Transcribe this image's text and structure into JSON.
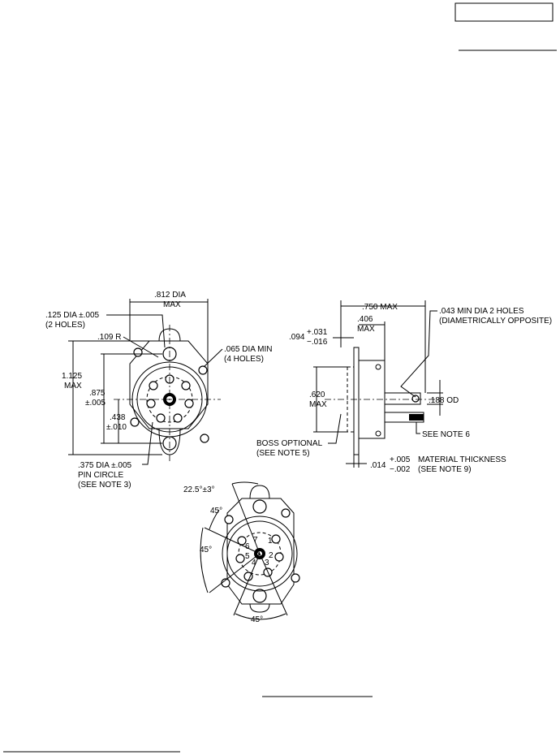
{
  "front_view": {
    "dim_812": ".812 DIA",
    "dim_812_max": "MAX",
    "dim_125_dia": ".125 DIA ±.005",
    "dim_125_holes": "(2 HOLES)",
    "dim_109r": ".109 R",
    "dim_065": ".065 DIA MIN",
    "dim_065_holes": "(4 HOLES)",
    "dim_1125": "1.125",
    "dim_1125_max": "MAX",
    "dim_875": ".875",
    "dim_875_tol": "±.005",
    "dim_438": ".438",
    "dim_438_tol": "±.010",
    "dim_375": ".375 DIA ±.005",
    "pin_circle": "PIN CIRCLE",
    "see_note_3": "(SEE NOTE 3)"
  },
  "side_view": {
    "dim_750": ".750 MAX",
    "dim_406": ".406",
    "dim_406_max": "MAX",
    "dim_094": ".094",
    "dim_094_plus": "+.031",
    "dim_094_minus": "−.016",
    "dim_043": ".043 MIN DIA 2 HOLES",
    "dim_043_note": "(DIAMETRICALLY OPPOSITE)",
    "dim_620": ".620",
    "dim_620_max": "MAX",
    "dim_188": ".188 OD",
    "see_note_6": "SEE NOTE 6",
    "boss_optional": "BOSS OPTIONAL",
    "see_note_5": "(SEE NOTE 5)",
    "dim_014": ".014",
    "dim_014_plus": "+.005",
    "dim_014_minus": "−.002",
    "material_thickness": "MATERIAL THICKNESS",
    "see_note_9": "(SEE NOTE 9)"
  },
  "pin_view": {
    "angle_225": "22.5°±3°",
    "angle_45_a": "45°",
    "angle_45_b": "45°",
    "angle_45_c": "45°",
    "pins": [
      "1",
      "2",
      "3",
      "4",
      "5",
      "6",
      "7"
    ]
  }
}
